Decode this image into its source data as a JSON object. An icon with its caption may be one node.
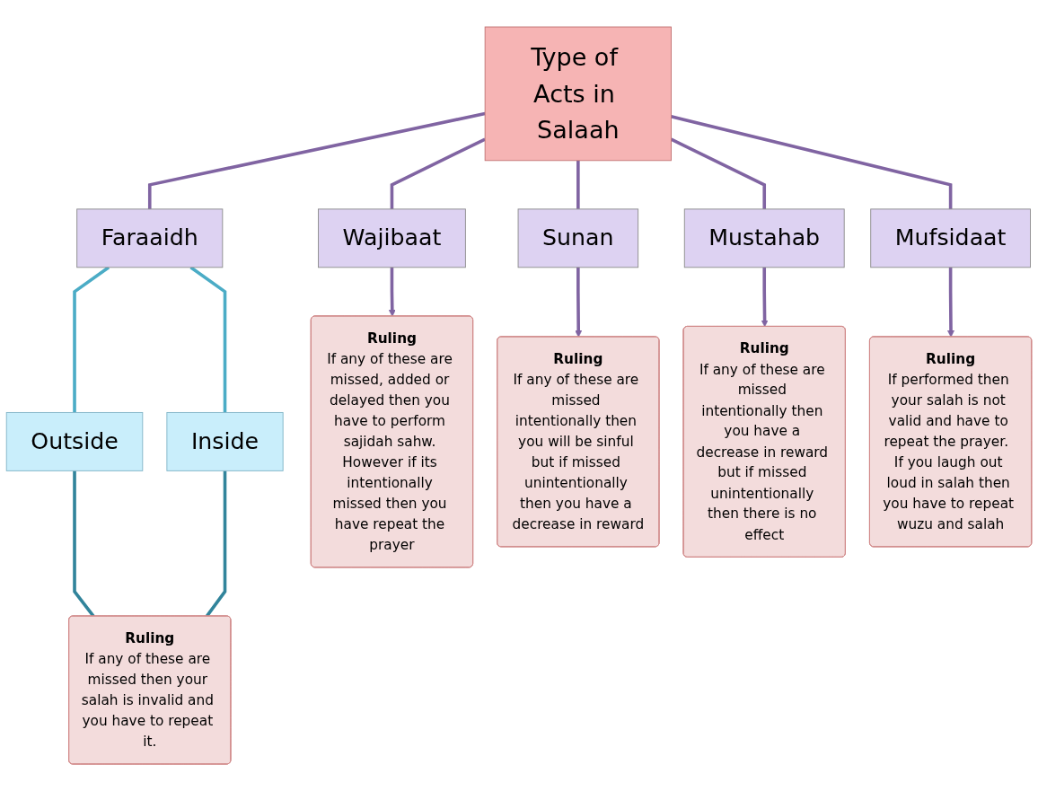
{
  "diagram": {
    "nodes": [
      {
        "text": [
          "Type of Acts in Salaah"
        ]
      },
      {
        "text": [
          "Faraaidh"
        ]
      },
      {
        "text": [
          "Wajibaat"
        ]
      },
      {
        "text": [
          "Sunan"
        ]
      },
      {
        "text": [
          "Mustahab"
        ]
      },
      {
        "text": [
          "Mufsidaat"
        ]
      },
      {
        "text": [
          "Outside"
        ]
      },
      {
        "text": [
          "Inside"
        ]
      },
      {
        "text": [
          "Ruling",
          "If any of these are missed then your salah is invalid and you have to repeat it."
        ]
      },
      {
        "text": [
          "Ruling",
          "If any of these are missed, added or delayed then you have to perform sajidah sahw. However if its intentionally missed then you have repeat the prayer"
        ]
      },
      {
        "text": [
          "Ruling",
          "If any of these are missed intentionally then you will be sinful but if missed unintentionally then you have a decrease in reward"
        ]
      },
      {
        "text": [
          "Ruling",
          "If any of these are missed intentionally then you have a decrease in reward but if missed unintentionally then there is no effect"
        ]
      },
      {
        "text": [
          "Ruling",
          "If performed then your salah is not valid and have to repeat the prayer.  If you laugh out loud in salah then you have to repeat wuzu and salah"
        ]
      }
    ],
    "edges": [
      {
        "from": 0,
        "to": 1,
        "arrow": "none"
      },
      {
        "from": 0,
        "to": 2,
        "arrow": "none"
      },
      {
        "from": 0,
        "to": 3,
        "arrow": "none"
      },
      {
        "from": 0,
        "to": 4,
        "arrow": "none"
      },
      {
        "from": 0,
        "to": 5,
        "arrow": "none"
      },
      {
        "from": 1,
        "to": 6,
        "arrow": "none",
        "color": "#4bacc6"
      },
      {
        "from": 1,
        "to": 7,
        "arrow": "none",
        "color": "#4bacc6"
      },
      {
        "from": 6,
        "to": 8,
        "arrow": "none",
        "color": "#31849b"
      },
      {
        "from": 7,
        "to": 8,
        "arrow": "none",
        "color": "#31849b"
      },
      {
        "from": 2,
        "to": 9,
        "arrow": "to"
      },
      {
        "from": 3,
        "to": 10,
        "arrow": "to"
      },
      {
        "from": 4,
        "to": 11,
        "arrow": "to"
      },
      {
        "from": 5,
        "to": 12,
        "arrow": "to"
      }
    ]
  }
}
